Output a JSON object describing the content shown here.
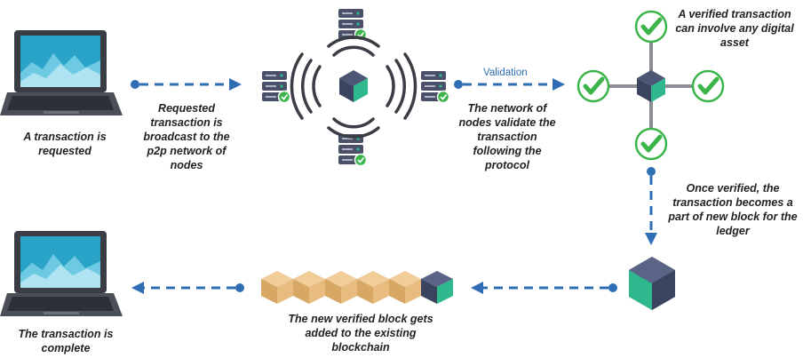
{
  "labels": {
    "requested": "A transaction is\nrequested",
    "broadcast": "Requested\ntransaction is\nbroadcast to the\np2p network of\nnodes",
    "validation": "Validation",
    "validate": "The network of\nnodes validate the\ntransaction\nfollowing the\nprotocol",
    "verified": "A verified transaction\ncan involve any digital\nasset",
    "once_verified": "Once verified, the\ntransaction becomes a\npart of new block for the\nledger",
    "added": "The new verified block gets\nadded to the existing\nblockchain",
    "complete": "The transaction is\ncomplete"
  },
  "icons": {
    "laptop": "laptop-icon",
    "server": "server-icon",
    "block": "block-cube-icon",
    "check": "check-circle-icon",
    "signal": "signal-waves-icon"
  },
  "colors": {
    "arrow": "#2f6db5",
    "cube_top": "#4c5675",
    "cube_left": "#3b445e",
    "cube_right": "#2fb88e",
    "check": "#3bb54a",
    "gold": "#e2b77a",
    "laptop_body": "#3a3d44",
    "screen": "#2aa3c9"
  }
}
